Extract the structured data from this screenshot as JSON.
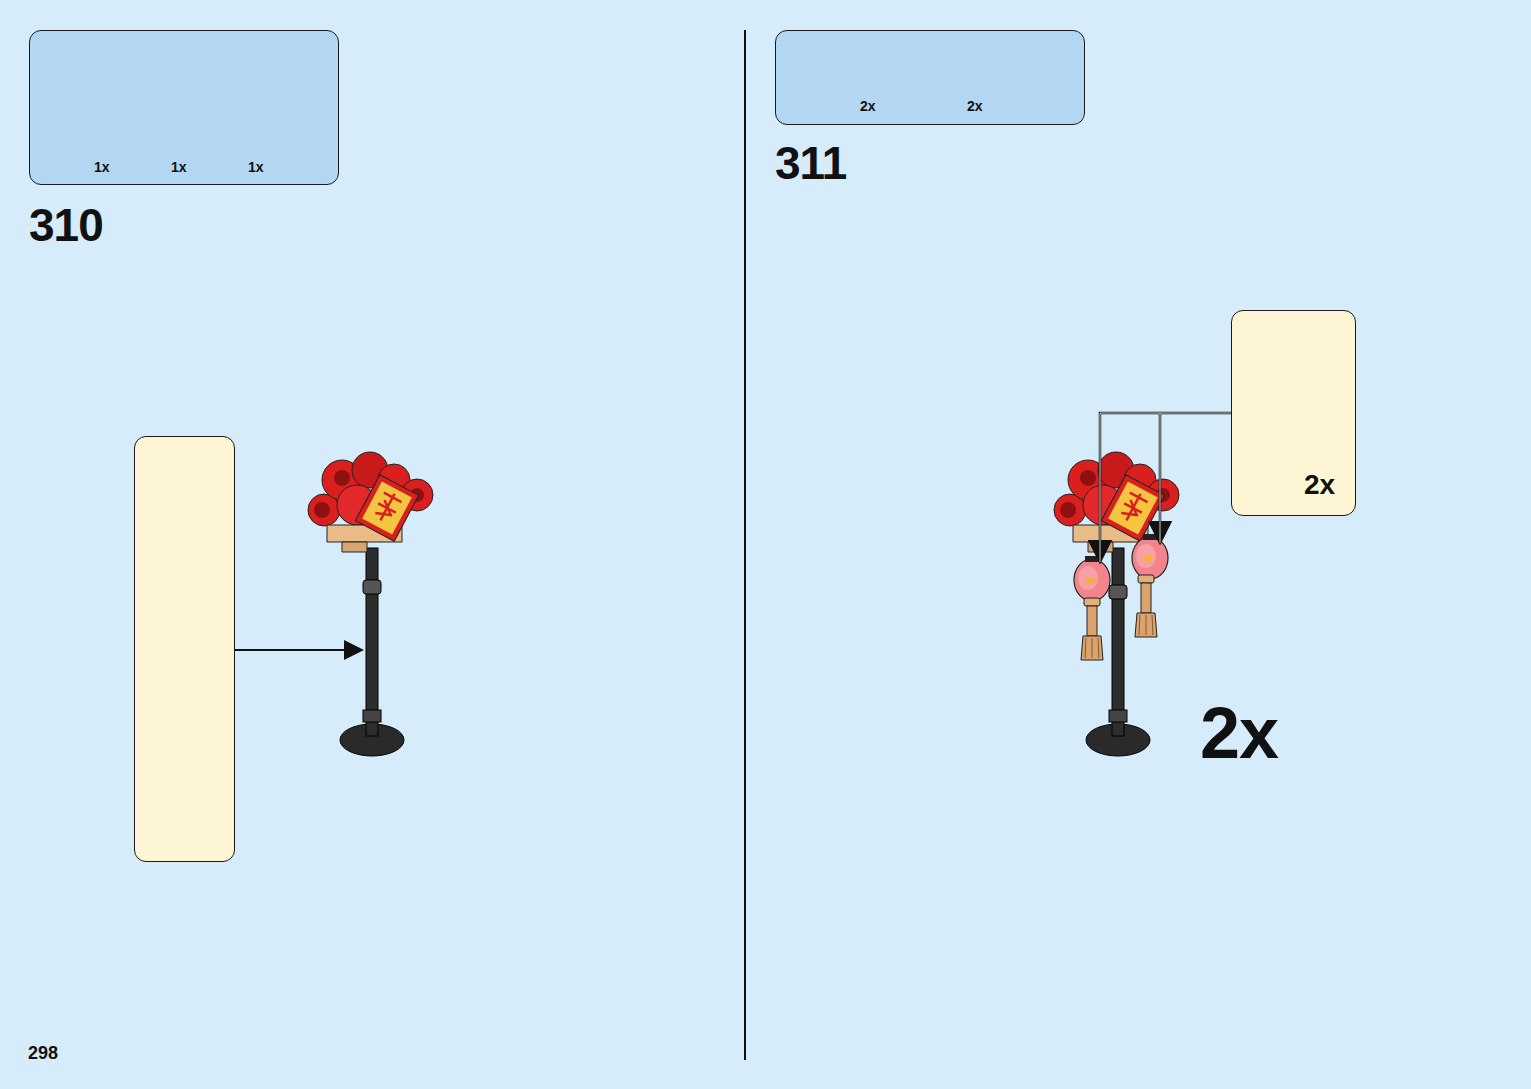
{
  "diagram": {
    "nodes": [
      {
        "text": [
          "1x",
          "1x",
          "1x"
        ]
      },
      {
        "text": []
      },
      {
        "text": [
          "2x",
          "2x"
        ]
      },
      {
        "text": [
          "2x"
        ]
      }
    ],
    "edges": [],
    "labels": [
      "310",
      "311",
      "2x",
      "298"
    ]
  }
}
